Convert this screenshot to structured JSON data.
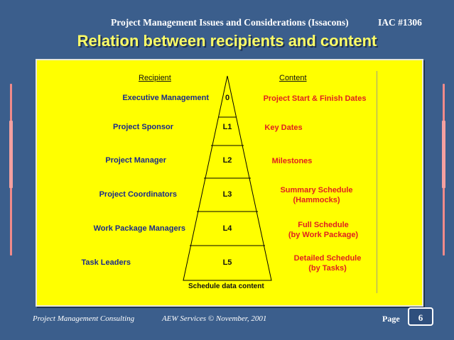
{
  "header": {
    "title": "Project Management Issues and Considerations (Issacons)",
    "code": "IAC #1306"
  },
  "slide_title": "Relation between recipients and content",
  "table": {
    "recipient_header": "Recipient",
    "content_header": "Content",
    "rows": [
      {
        "recipient": "Executive Management",
        "level": "0",
        "content": [
          "Project Start & Finish Dates"
        ]
      },
      {
        "recipient": "Project Sponsor",
        "level": "L1",
        "content": [
          "Key Dates"
        ]
      },
      {
        "recipient": "Project Manager",
        "level": "L2",
        "content": [
          "Milestones"
        ]
      },
      {
        "recipient": "Project Coordinators",
        "level": "L3",
        "content": [
          "Summary Schedule",
          "(Hammocks)"
        ]
      },
      {
        "recipient": "Work Package Managers",
        "level": "L4",
        "content": [
          "Full Schedule",
          "(by Work Package)"
        ]
      },
      {
        "recipient": "Task Leaders",
        "level": "L5",
        "content": [
          "Detailed Schedule",
          "(by Tasks)"
        ]
      }
    ],
    "pyramid_caption": "Schedule data content"
  },
  "footer": {
    "left": "Project Management Consulting",
    "center": "AEW  Services © November, 2001",
    "page_label": "Page",
    "page_number": "6"
  },
  "colors": {
    "background": "#3b5e8c",
    "panel": "#ffff00",
    "title": "#ffff66",
    "recipient_text": "#1a2a8a",
    "content_text": "#e02020"
  }
}
